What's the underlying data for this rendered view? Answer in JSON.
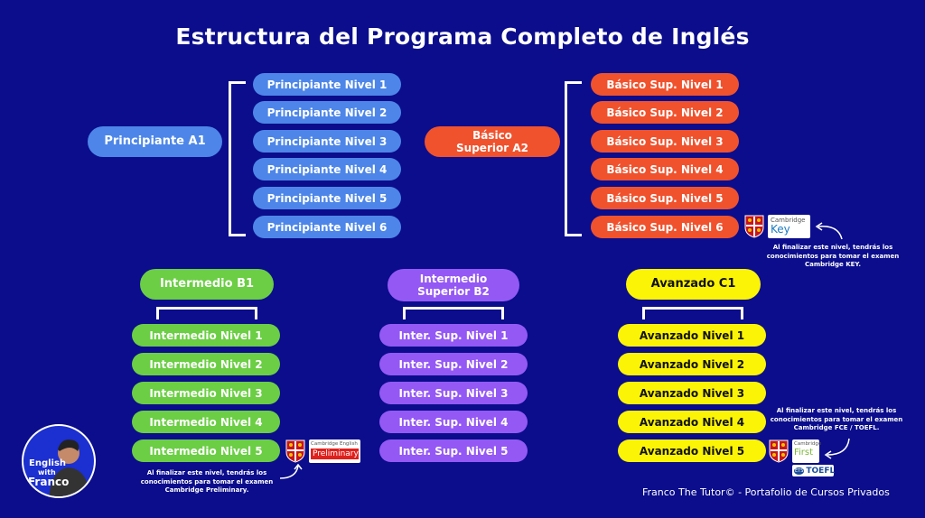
{
  "title": "Estructura del Programa Completo de Inglés",
  "principiante": {
    "main": "Principiante A1",
    "levels": [
      "Principiante Nivel 1",
      "Principiante Nivel 2",
      "Principiante Nivel 3",
      "Principiante Nivel 4",
      "Principiante Nivel 5",
      "Principiante Nivel 6"
    ]
  },
  "basico": {
    "main_line1": "Básico",
    "main_line2": "Superior A2",
    "levels": [
      "Básico Sup. Nivel 1",
      "Básico Sup. Nivel 2",
      "Básico Sup. Nivel 3",
      "Básico Sup. Nivel 4",
      "Básico Sup. Nivel 5",
      "Básico Sup. Nivel 6"
    ],
    "badge_line1": "Cambridge",
    "badge_line2": "Key",
    "note": "Al finalizar este nivel, tendrás los conocimientos para tomar el examen Cambridge KEY."
  },
  "intermedio": {
    "main": "Intermedio B1",
    "levels": [
      "Intermedio Nivel 1",
      "Intermedio Nivel 2",
      "Intermedio Nivel 3",
      "Intermedio Nivel 4",
      "Intermedio Nivel 5"
    ],
    "badge_line1": "Cambridge English",
    "badge_line2": "Preliminary",
    "note": "Al finalizar este nivel, tendrás los conocimientos para tomar el examen Cambridge Preliminary."
  },
  "intermedio_sup": {
    "main_line1": "Intermedio",
    "main_line2": "Superior B2",
    "levels": [
      "Inter. Sup. Nivel 1",
      "Inter. Sup. Nivel 2",
      "Inter. Sup. Nivel 3",
      "Inter. Sup. Nivel 4",
      "Inter. Sup. Nivel 5"
    ]
  },
  "avanzado": {
    "main": "Avanzado C1",
    "levels": [
      "Avanzado Nivel 1",
      "Avanzado Nivel 2",
      "Avanzado Nivel 3",
      "Avanzado Nivel 4",
      "Avanzado Nivel 5"
    ],
    "badge_line1": "Cambridge",
    "badge_line2": "First",
    "toefl_ets": "ETS",
    "toefl": "TOEFL",
    "note": "Al finalizar este nivel, tendrás los conocimientos para tomar el examen Cambridge FCE / TOEFL."
  },
  "logo": {
    "line1": "English",
    "line2": "with",
    "line3": "Franco"
  },
  "footer": "Franco The Tutor© - Portafolio de Cursos Privados",
  "colors": {
    "background": "#0b0d8c",
    "blue": "#4d86e8",
    "orange": "#f0522d",
    "green": "#6bce44",
    "purple": "#9458f5",
    "yellow": "#fbf406"
  }
}
